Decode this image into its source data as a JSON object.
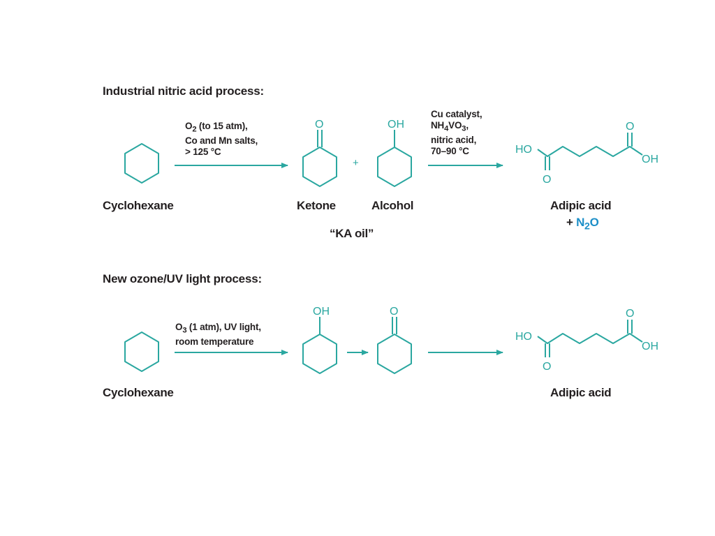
{
  "colors": {
    "structure": "#2aa7a0",
    "highlight": "#1d8fc8",
    "text": "#231f20"
  },
  "industrial": {
    "title": "Industrial nitric acid process:",
    "conditions1": [
      "O",
      "2",
      " (to 15 atm),",
      "Co and Mn salts,",
      "> 125 °C"
    ],
    "conditions2": [
      "Cu catalyst,",
      "NH",
      "4",
      "VO",
      "3",
      ",",
      "nitric acid,",
      "70–90 °C"
    ],
    "start_label": "Cyclohexane",
    "ketone_label": "Ketone",
    "plus": "+",
    "alcohol_label": "Alcohol",
    "ka_label": "“KA oil”",
    "product_label": "Adipic acid",
    "byproduct_prefix": "+ ",
    "byproduct": [
      "N",
      "2",
      "O"
    ]
  },
  "ozone": {
    "title": "New ozone/UV light process:",
    "conditions": [
      "O",
      "3",
      " (1 atm), UV light,",
      "room temperature"
    ],
    "start_label": "Cyclohexane",
    "product_label": "Adipic acid"
  },
  "atoms": {
    "oxygen": "O",
    "hydroxyl": "OH",
    "ho": "HO"
  }
}
